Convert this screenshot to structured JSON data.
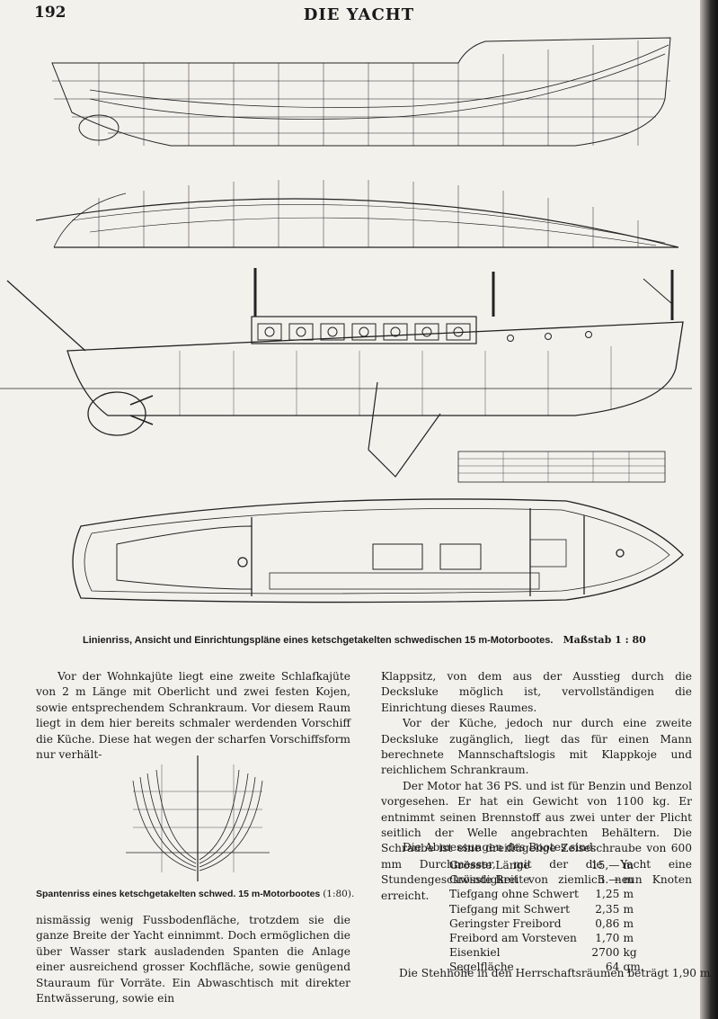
{
  "header": {
    "page_number": "192",
    "title": "DIE YACHT"
  },
  "figure_main": {
    "caption": "Linienriss, Ansicht und Einrichtungspläne eines ketschgetakelten schwedischen 15 m-Motorbootes.",
    "scale": "Maßstab 1 : 80"
  },
  "figure_frames": {
    "caption": "Spantenriss eines ketschgetakelten schwed. 15 m-Motorbootes",
    "scale": "(1:80)."
  },
  "left_column": {
    "para1": "Vor der Wohnkajüte liegt eine zweite Schlafkajüte von 2 m Länge mit Oberlicht und zwei festen Kojen, sowie entsprechendem Schrankraum. Vor diesem Raum liegt in dem hier bereits schmaler werdenden Vorschiff die Küche. Diese hat wegen der scharfen Vorschiffsform nur verhält-",
    "para2": "nismässig wenig Fussbodenfläche, trotzdem sie die ganze Breite der Yacht einnimmt. Doch ermöglichen die über Wasser stark ausladenden Spanten die Anlage einer ausreichend grosser Kochfläche, sowie genügend Stauraum für Vorräte. Ein Abwaschtisch mit direkter Entwässerung, sowie ein"
  },
  "right_column": {
    "para1": "Klappsitz, von dem aus der Ausstieg durch die Deckslukе möglich ist, vervollständigen die Einrichtung dieses Raumes.",
    "para2": "Vor der Küche, jedoch nur durch eine zweite Deckslukе zugänglich, liegt das für einen Mann berechnete Mannschaftslogis mit Klappkoje und reichlichem Schrankraum.",
    "para3": "Der Motor hat 36 PS. und ist für Benzin und Benzol vorgesehen. Er hat ein Gewicht von 1100 kg. Er entnimmt seinen Brennstoff aus zwei unter der Plicht seitlich der Welle angebrachten Behältern. Die Schraube ist eine dreiflügelige Zeiseschraube von 600 mm Durchmesser, mit der die Yacht eine Stundengeschwindigkeit von ziemlich neun Knoten erreicht.",
    "dims_intro": "Die Abmessungen des Bootes sind:",
    "dimensions": [
      {
        "label": "Grösste Länge",
        "value": "15,—",
        "unit": "m"
      },
      {
        "label": "Grösste Breite",
        "value": "3.—",
        "unit": "m"
      },
      {
        "label": "Tiefgang ohne Schwert",
        "value": "1,25",
        "unit": "m"
      },
      {
        "label": "Tiefgang mit Schwert",
        "value": "2,35",
        "unit": "m"
      },
      {
        "label": "Geringster Freibord",
        "value": "0,86",
        "unit": "m"
      },
      {
        "label": "Freibord am Vorsteven",
        "value": "1,70",
        "unit": "m"
      },
      {
        "label": "Eisenkiel",
        "value": "2700",
        "unit": "kg"
      },
      {
        "label": "Segelfläche",
        "value": "64",
        "unit": "qm."
      }
    ],
    "headroom": "Die Stehhöhe in den Herrschaftsräumen beträgt 1,90 m."
  }
}
